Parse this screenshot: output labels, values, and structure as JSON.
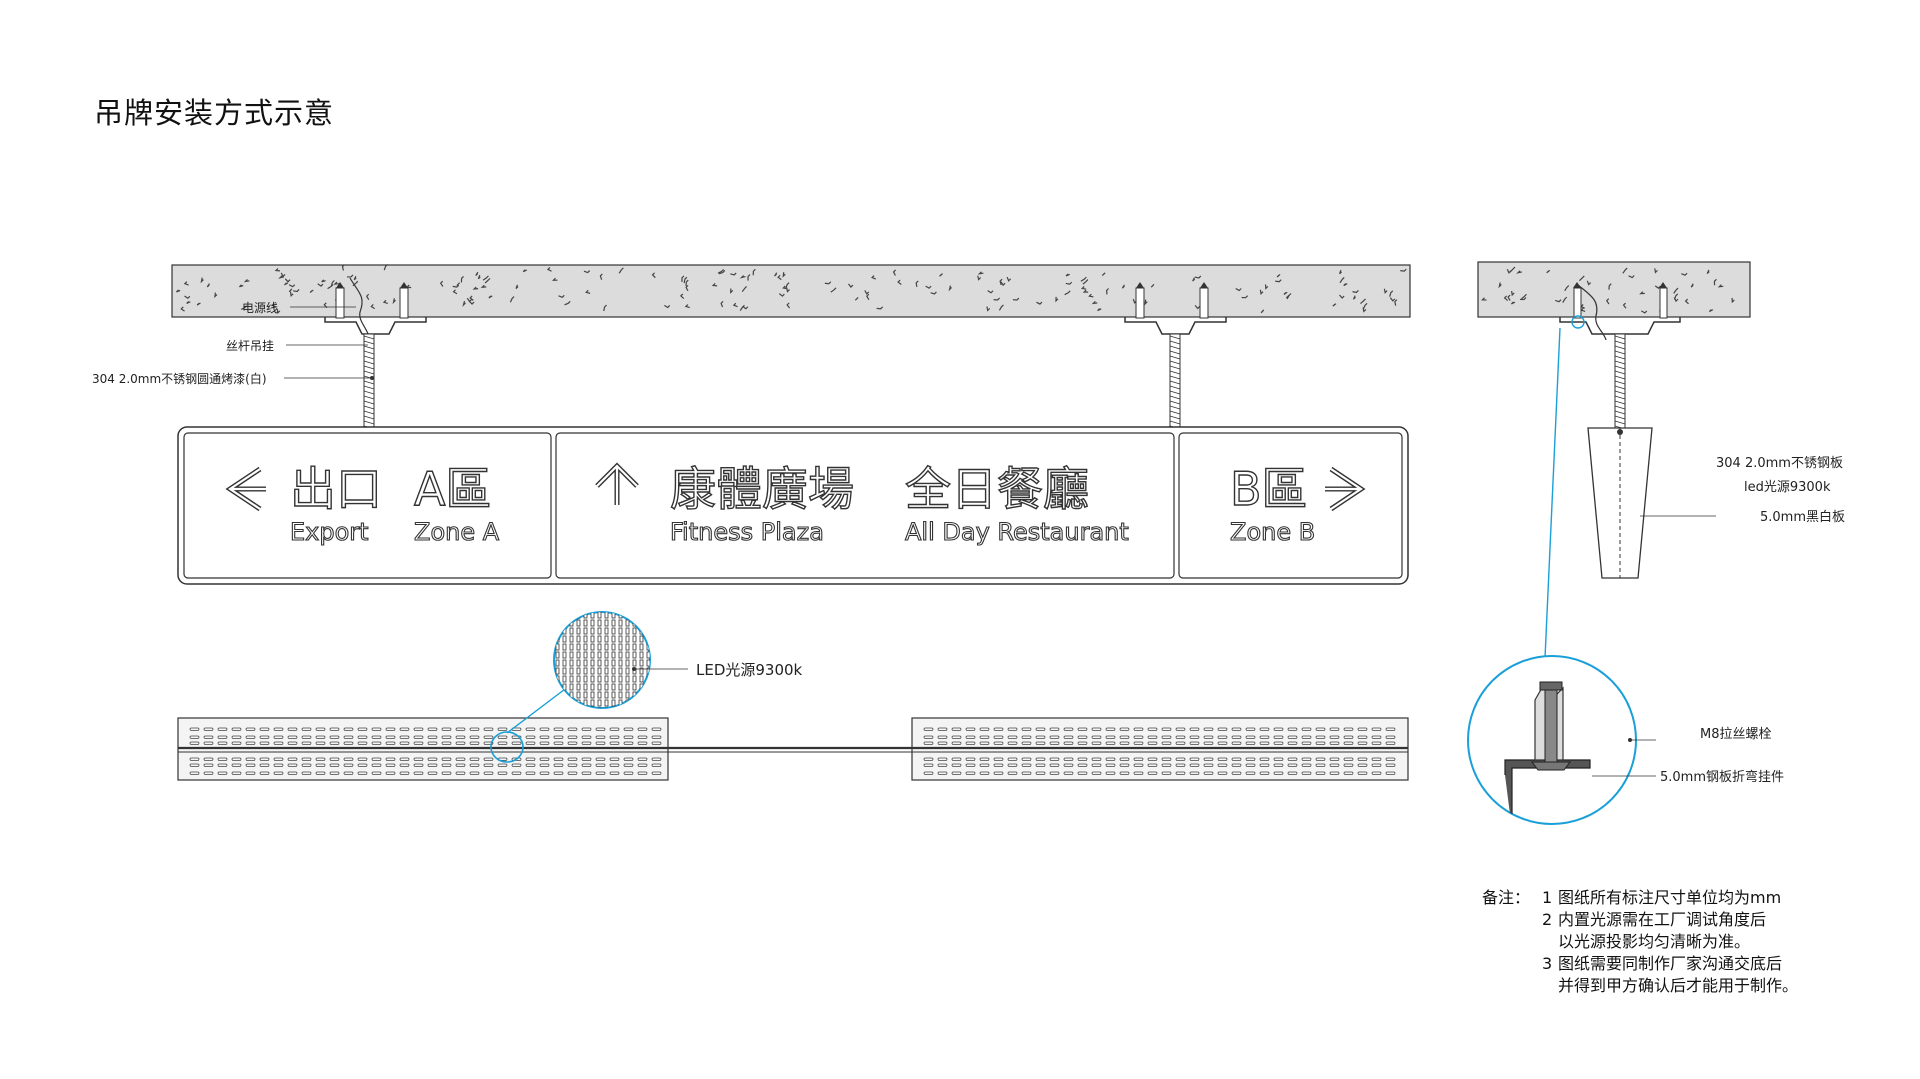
{
  "title": "吊牌安装方式示意",
  "front_labels": {
    "power_cable": "电源线",
    "threaded_rod": "丝杆吊挂",
    "steel_tube": "304 2.0mm不锈钢圆通烤漆(白)"
  },
  "sign": {
    "left": {
      "arrow": "left-arrow",
      "cn1": "出口",
      "en1": "Export",
      "cn2": "A區",
      "en2": "Zone A"
    },
    "middle": {
      "arrow": "up-arrow",
      "cn1": "康體廣場",
      "en1": "Fitness Plaza",
      "cn2": "全日餐廳",
      "en2": "All Day Restaurant"
    },
    "right": {
      "cn1": "B區",
      "en1": "Zone B",
      "arrow": "right-arrow"
    }
  },
  "led_label": "LED光源9300k",
  "side_labels": {
    "steel_plate": "304 2.0mm不锈钢板",
    "led": "led光源9300k",
    "black_white_board": "5.0mm黑白板",
    "bolt": "M8拉丝螺栓",
    "bracket": "5.0mm钢板折弯挂件"
  },
  "notes": {
    "head": "备注：",
    "items": [
      {
        "num": "1",
        "text": "图纸所有标注尺寸单位均为mm"
      },
      {
        "num": "2",
        "text": "内置光源需在工厂调试角度后"
      },
      {
        "num": "",
        "text": "以光源投影均匀清晰为准。"
      },
      {
        "num": "3",
        "text": "图纸需要同制作厂家沟通交底后"
      },
      {
        "num": "",
        "text": "并得到甲方确认后才能用于制作。"
      }
    ]
  },
  "colors": {
    "line": "#333333",
    "ceiling": "#d9d9d9",
    "callout": "#1aa0d8"
  }
}
